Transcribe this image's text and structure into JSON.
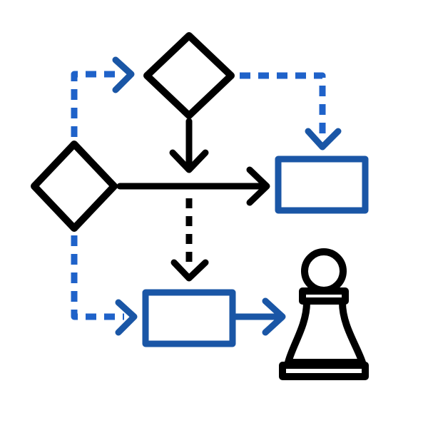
{
  "colors": {
    "background": "#ffffff",
    "black": "#000000",
    "blue": "#1a56a6",
    "blue_dashed": "#1f62c9"
  },
  "icon": {
    "name": "strategy-flowchart-icon",
    "elements": [
      "decision-diamond-left",
      "decision-diamond-top",
      "process-rectangle-right",
      "process-rectangle-bottom",
      "chess-pawn-icon"
    ]
  }
}
